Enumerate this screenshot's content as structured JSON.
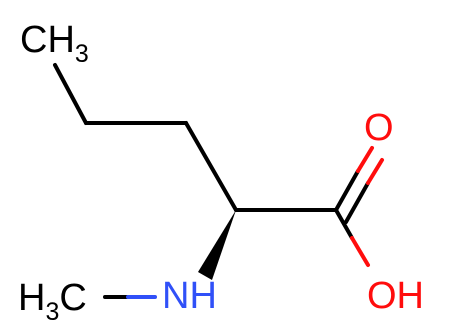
{
  "molecule": {
    "colors": {
      "carbon": "#000000",
      "oxygen": "#ff0d0d",
      "nitrogen": "#3050f8"
    },
    "labels": {
      "methyl_top": {
        "main": "CH",
        "sub": "3"
      },
      "carbonyl_oxygen": {
        "main": "O"
      },
      "hydroxyl": {
        "main": "OH"
      },
      "amine": {
        "main": "NH"
      },
      "n_methyl": {
        "main": "H",
        "sub": "3",
        "tail": "C"
      }
    }
  }
}
